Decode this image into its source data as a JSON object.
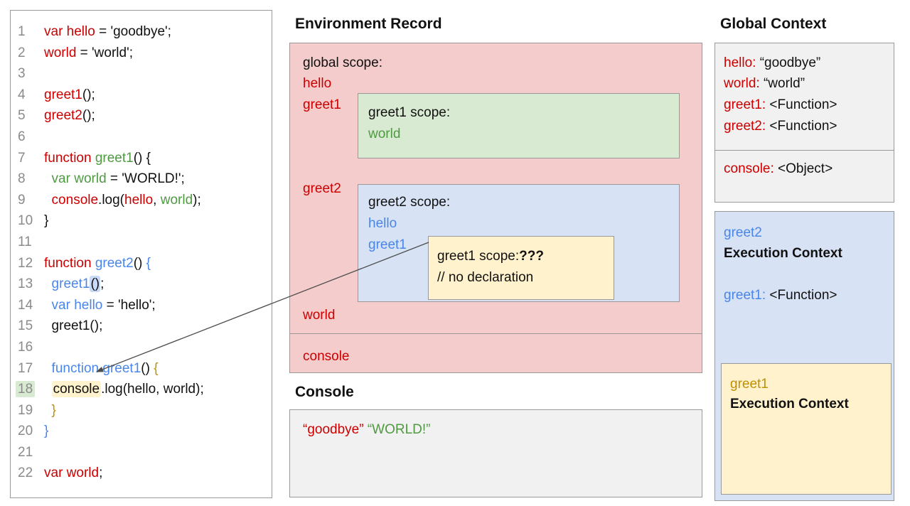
{
  "palette": {
    "red": "#cc0000",
    "green": "#4f9a41",
    "blue": "#4a86e8",
    "gold": "#bf9000",
    "pink_bg": "#f4cccc",
    "green_bg": "#d9ead3",
    "blue_bg": "#d7e2f5",
    "yellow_bg": "#fff2cc",
    "gray_bg": "#f1f1f1",
    "border": "#999999"
  },
  "code": {
    "lines": [
      {
        "num": "1",
        "tokens": [
          {
            "t": "var hello",
            "c": "red"
          },
          {
            "t": " = 'goodbye';",
            "c": "black"
          }
        ]
      },
      {
        "num": "2",
        "tokens": [
          {
            "t": "world",
            "c": "red"
          },
          {
            "t": " = 'world';",
            "c": "black"
          }
        ]
      },
      {
        "num": "3",
        "tokens": []
      },
      {
        "num": "4",
        "tokens": [
          {
            "t": "greet1",
            "c": "red"
          },
          {
            "t": "();",
            "c": "black"
          }
        ]
      },
      {
        "num": "5",
        "tokens": [
          {
            "t": "greet2",
            "c": "red"
          },
          {
            "t": "();",
            "c": "black"
          }
        ]
      },
      {
        "num": "6",
        "tokens": []
      },
      {
        "num": "7",
        "tokens": [
          {
            "t": "function ",
            "c": "red"
          },
          {
            "t": "greet1",
            "c": "green"
          },
          {
            "t": "() {",
            "c": "black"
          }
        ]
      },
      {
        "num": "8",
        "tokens": [
          {
            "t": "  var world",
            "c": "green"
          },
          {
            "t": " = 'WORLD!';",
            "c": "black"
          }
        ]
      },
      {
        "num": "9",
        "tokens": [
          {
            "t": "  console",
            "c": "red"
          },
          {
            "t": ".log(",
            "c": "black"
          },
          {
            "t": "hello",
            "c": "red"
          },
          {
            "t": ", ",
            "c": "black"
          },
          {
            "t": "world",
            "c": "green"
          },
          {
            "t": ");",
            "c": "black"
          }
        ]
      },
      {
        "num": "10",
        "tokens": [
          {
            "t": "}",
            "c": "black"
          }
        ]
      },
      {
        "num": "11",
        "tokens": []
      },
      {
        "num": "12",
        "tokens": [
          {
            "t": "function ",
            "c": "red"
          },
          {
            "t": "greet2",
            "c": "blue"
          },
          {
            "t": "() ",
            "c": "black"
          },
          {
            "t": "{",
            "c": "blue"
          }
        ]
      },
      {
        "num": "13",
        "tokens": [
          {
            "t": "  greet1",
            "c": "blue"
          },
          {
            "t": "()",
            "c": "black",
            "hl": "blue"
          },
          {
            "t": ";",
            "c": "black"
          }
        ]
      },
      {
        "num": "14",
        "tokens": [
          {
            "t": "  var hello",
            "c": "blue"
          },
          {
            "t": " = 'hello';",
            "c": "black"
          }
        ]
      },
      {
        "num": "15",
        "tokens": [
          {
            "t": "  greet1();",
            "c": "black"
          }
        ]
      },
      {
        "num": "16",
        "tokens": []
      },
      {
        "num": "17",
        "tokens": [
          {
            "t": "  function ",
            "c": "blue"
          },
          {
            "t": "greet1",
            "c": "blue"
          },
          {
            "t": "() ",
            "c": "black"
          },
          {
            "t": "{",
            "c": "gold"
          }
        ]
      },
      {
        "num": "18",
        "num_hl": true,
        "tokens": [
          {
            "t": "  ",
            "c": "black"
          },
          {
            "t": "console",
            "c": "black",
            "hl": "yellow"
          },
          {
            "t": ".log(hello, world);",
            "c": "black"
          }
        ]
      },
      {
        "num": "19",
        "tokens": [
          {
            "t": "  }",
            "c": "gold"
          }
        ]
      },
      {
        "num": "20",
        "tokens": [
          {
            "t": "}",
            "c": "blue"
          }
        ]
      },
      {
        "num": "21",
        "tokens": []
      },
      {
        "num": "22",
        "tokens": [
          {
            "t": "var world",
            "c": "red"
          },
          {
            "t": ";",
            "c": "black"
          }
        ]
      }
    ]
  },
  "env": {
    "title": "Environment Record",
    "global_label": "global scope:",
    "vars": {
      "hello": "hello",
      "greet1": "greet1",
      "greet2": "greet2",
      "world": "world",
      "console": "console"
    },
    "greet1_scope": {
      "title": "greet1 scope:",
      "vars": [
        "world"
      ]
    },
    "greet2_scope": {
      "title": "greet2 scope:",
      "vars": [
        "hello",
        "greet1"
      ],
      "inner": {
        "title": "greet1 scope:",
        "question": "???",
        "comment": "// no declaration"
      }
    }
  },
  "console_panel": {
    "title": "Console",
    "output": [
      {
        "t": "“goodbye”",
        "c": "red"
      },
      {
        "t": " “WORLD!”",
        "c": "green"
      }
    ]
  },
  "global_context": {
    "title": "Global Context",
    "entries": [
      {
        "k": "hello:",
        "v": " “goodbye”"
      },
      {
        "k": "world:",
        "v": " “world”"
      },
      {
        "k": "greet1:",
        "v": " <Function>"
      },
      {
        "k": "greet2:",
        "v": " <Function>"
      }
    ],
    "console_entry": {
      "k": "console:",
      "v": " <Object>"
    }
  },
  "greet2_context": {
    "name": "greet2",
    "label": "Execution Context",
    "entry": {
      "k": "greet1:",
      "v": " <Function>"
    },
    "inner": {
      "name": "greet1",
      "label": "Execution Context"
    }
  }
}
